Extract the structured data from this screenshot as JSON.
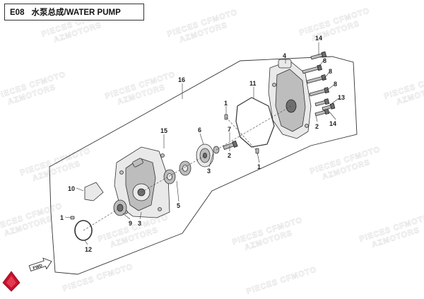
{
  "header": {
    "code": "E08",
    "title": "水泵总成/WATER PUMP"
  },
  "watermark": {
    "line1": "PIECES CFMOTO",
    "line2": "AZMOTORS"
  },
  "fwd_label": "FWD",
  "callouts": [
    "14",
    "8",
    "4",
    "8",
    "8",
    "13",
    "2",
    "14",
    "11",
    "16",
    "1",
    "7",
    "2",
    "1",
    "6",
    "3",
    "15",
    "10",
    "5",
    "1",
    "9",
    "3",
    "12"
  ]
}
